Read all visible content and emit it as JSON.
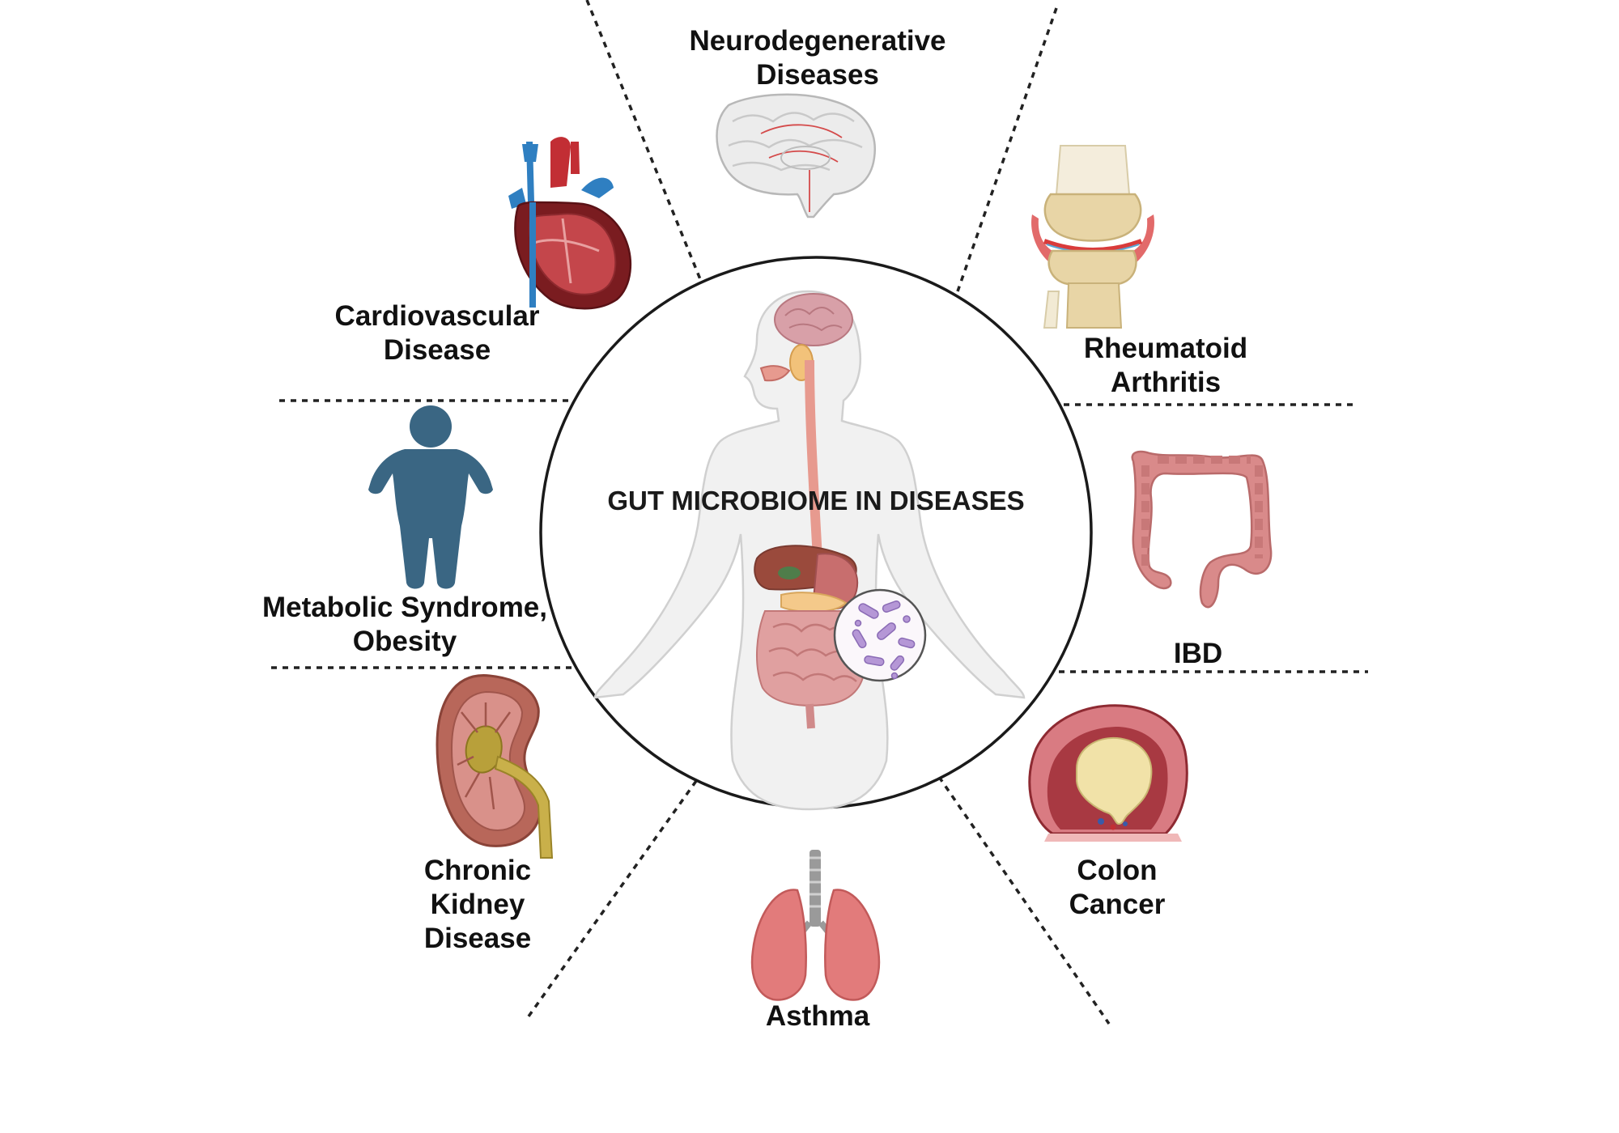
{
  "center": {
    "title": "GUT MICROBIOME IN DISEASES"
  },
  "diseases": {
    "neuro": {
      "line1": "Neurodegenerative",
      "line2": "Diseases",
      "icon": "brain-icon"
    },
    "cardio": {
      "line1": "Cardiovascular",
      "line2": "Disease",
      "icon": "heart-icon"
    },
    "rheuma": {
      "line1": "Rheumatoid",
      "line2": "Arthritis",
      "icon": "knee-joint-icon"
    },
    "metabolic": {
      "line1": "Metabolic Syndrome,",
      "line2": "Obesity",
      "icon": "obese-person-icon"
    },
    "ibd": {
      "line1": "IBD",
      "icon": "colon-icon"
    },
    "ckd": {
      "line1": "Chronic",
      "line2": "Kidney",
      "line3": "Disease",
      "icon": "kidney-icon"
    },
    "colon_cancer": {
      "line1": "Colon",
      "line2": "Cancer",
      "icon": "tumor-icon"
    },
    "asthma": {
      "line1": "Asthma",
      "icon": "lungs-icon"
    }
  },
  "colors": {
    "text": "#111111",
    "divider": "#222222",
    "obesity_figure": "#3a6683",
    "heart_red": "#b5272d",
    "vessel_blue": "#2f7fc1",
    "bone": "#e8d5a6",
    "colon_pink": "#d98a8a",
    "kidney": "#b8675a",
    "lung": "#e27b7b",
    "brain": "#e6e6e6",
    "body_outline": "#d9d9d9"
  }
}
